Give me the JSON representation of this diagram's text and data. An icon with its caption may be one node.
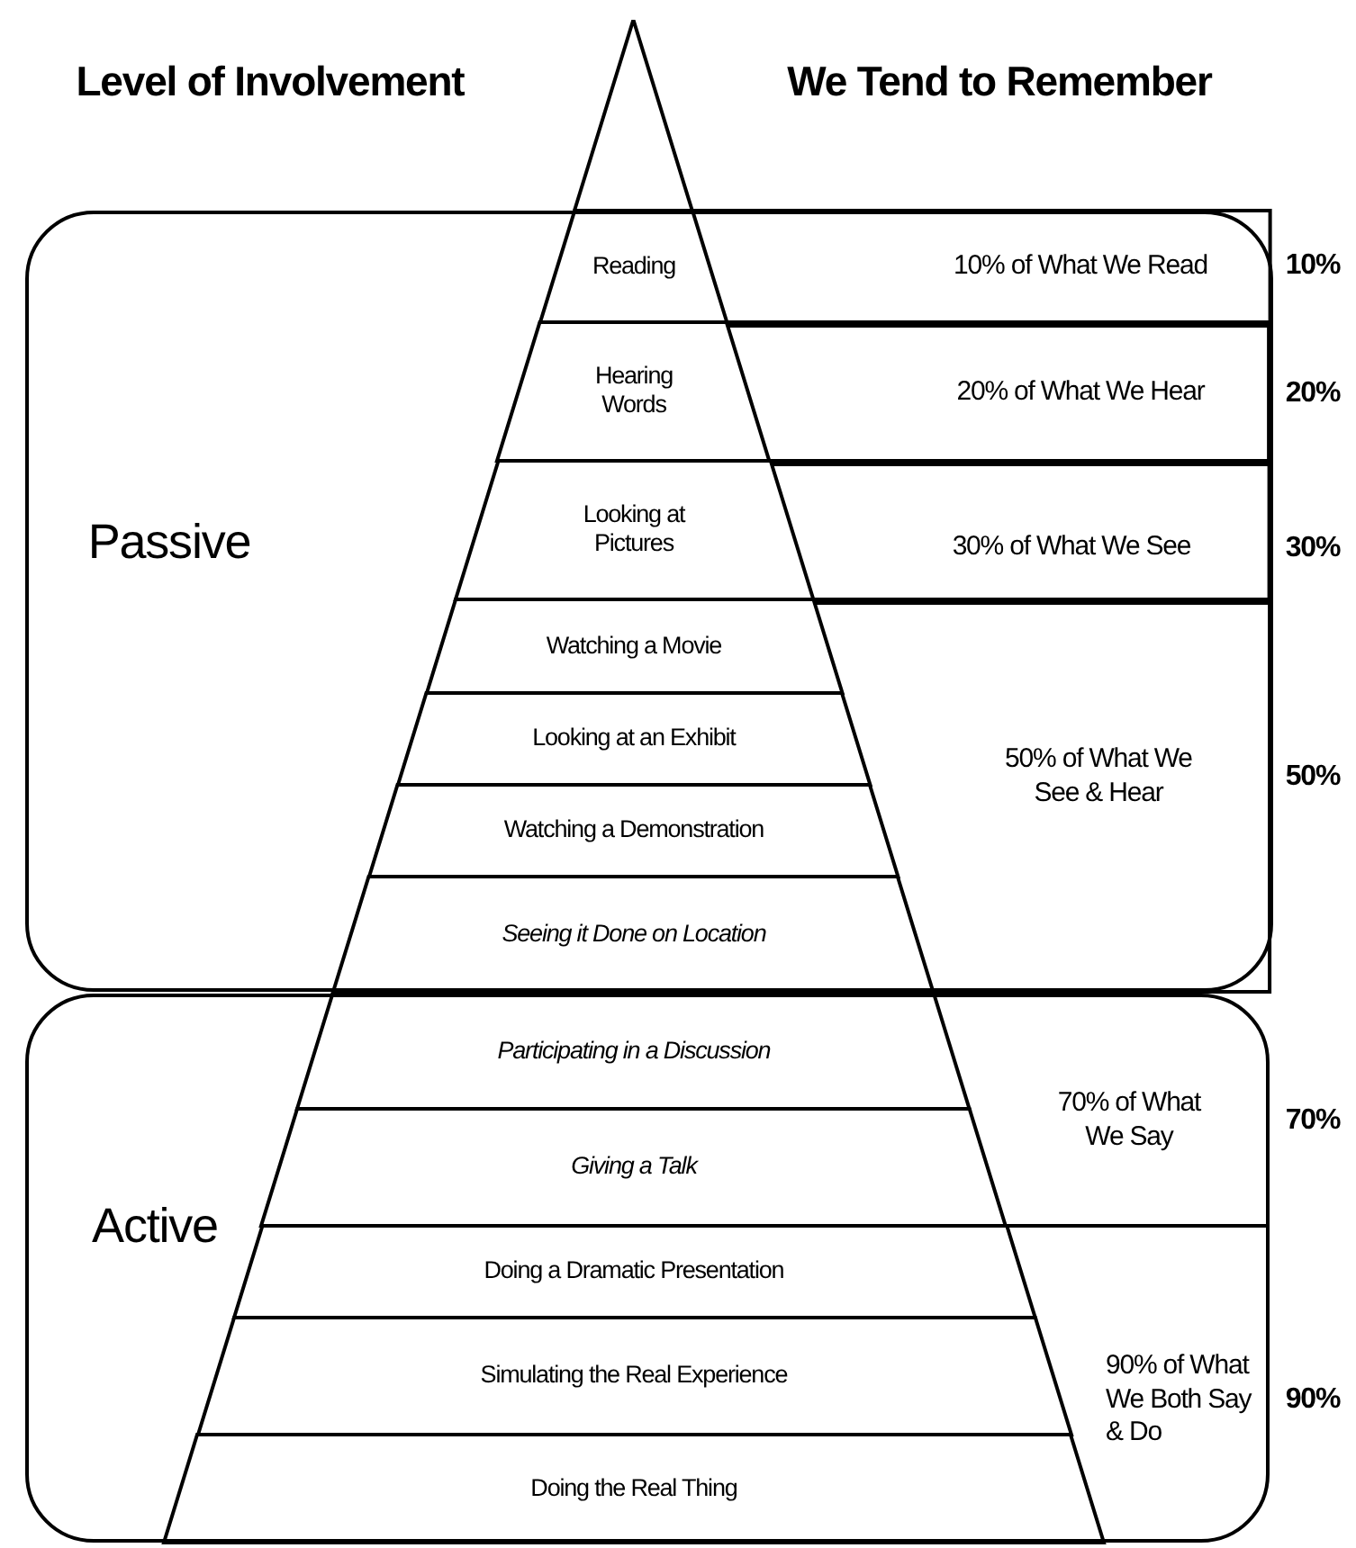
{
  "diagram": {
    "nodes": [
      {
        "text": [
          "Passive"
        ]
      },
      {
        "text": [
          "Reading"
        ],
        "in": 0
      },
      {
        "text": [
          "Hearing Words"
        ],
        "in": 0
      },
      {
        "text": [
          "Looking at Pictures"
        ],
        "in": 0
      },
      {
        "text": [
          "Watching a Movie"
        ],
        "in": 0
      },
      {
        "text": [
          "Looking at an Exhibit"
        ],
        "in": 0
      },
      {
        "text": [
          "Watching a Demonstration"
        ],
        "in": 0
      },
      {
        "text": [
          "Seeing it Done on Location"
        ],
        "in": 0
      },
      {
        "text": [
          "10% of What We Read"
        ],
        "beside": [
          "10%"
        ],
        "in": 0
      },
      {
        "text": [
          "20% of What We Hear"
        ],
        "beside": [
          "20%"
        ],
        "in": 0
      },
      {
        "text": [
          "30% of What We See"
        ],
        "beside": [
          "30%"
        ],
        "in": 0
      },
      {
        "text": [
          "50% of What We See & Hear"
        ],
        "beside": [
          "50%"
        ],
        "in": 0
      },
      {
        "text": [
          "Active"
        ]
      },
      {
        "text": [
          "Participating in a Discussion"
        ],
        "in": 12
      },
      {
        "text": [
          "Giving a Talk"
        ],
        "in": 12
      },
      {
        "text": [
          "Doing a Dramatic Presentation"
        ],
        "in": 12
      },
      {
        "text": [
          "Simulating the Real Experience"
        ],
        "in": 12
      },
      {
        "text": [
          "Doing the Real Thing"
        ],
        "in": 12
      },
      {
        "text": [
          "70% of What We Say"
        ],
        "beside": [
          "70%"
        ],
        "in": 12
      },
      {
        "text": [
          "90% of What We Both Say & Do"
        ],
        "beside": [
          "90%"
        ],
        "in": 12
      }
    ],
    "labels": [
      "Level of Involvement",
      "We Tend to Remember"
    ]
  }
}
